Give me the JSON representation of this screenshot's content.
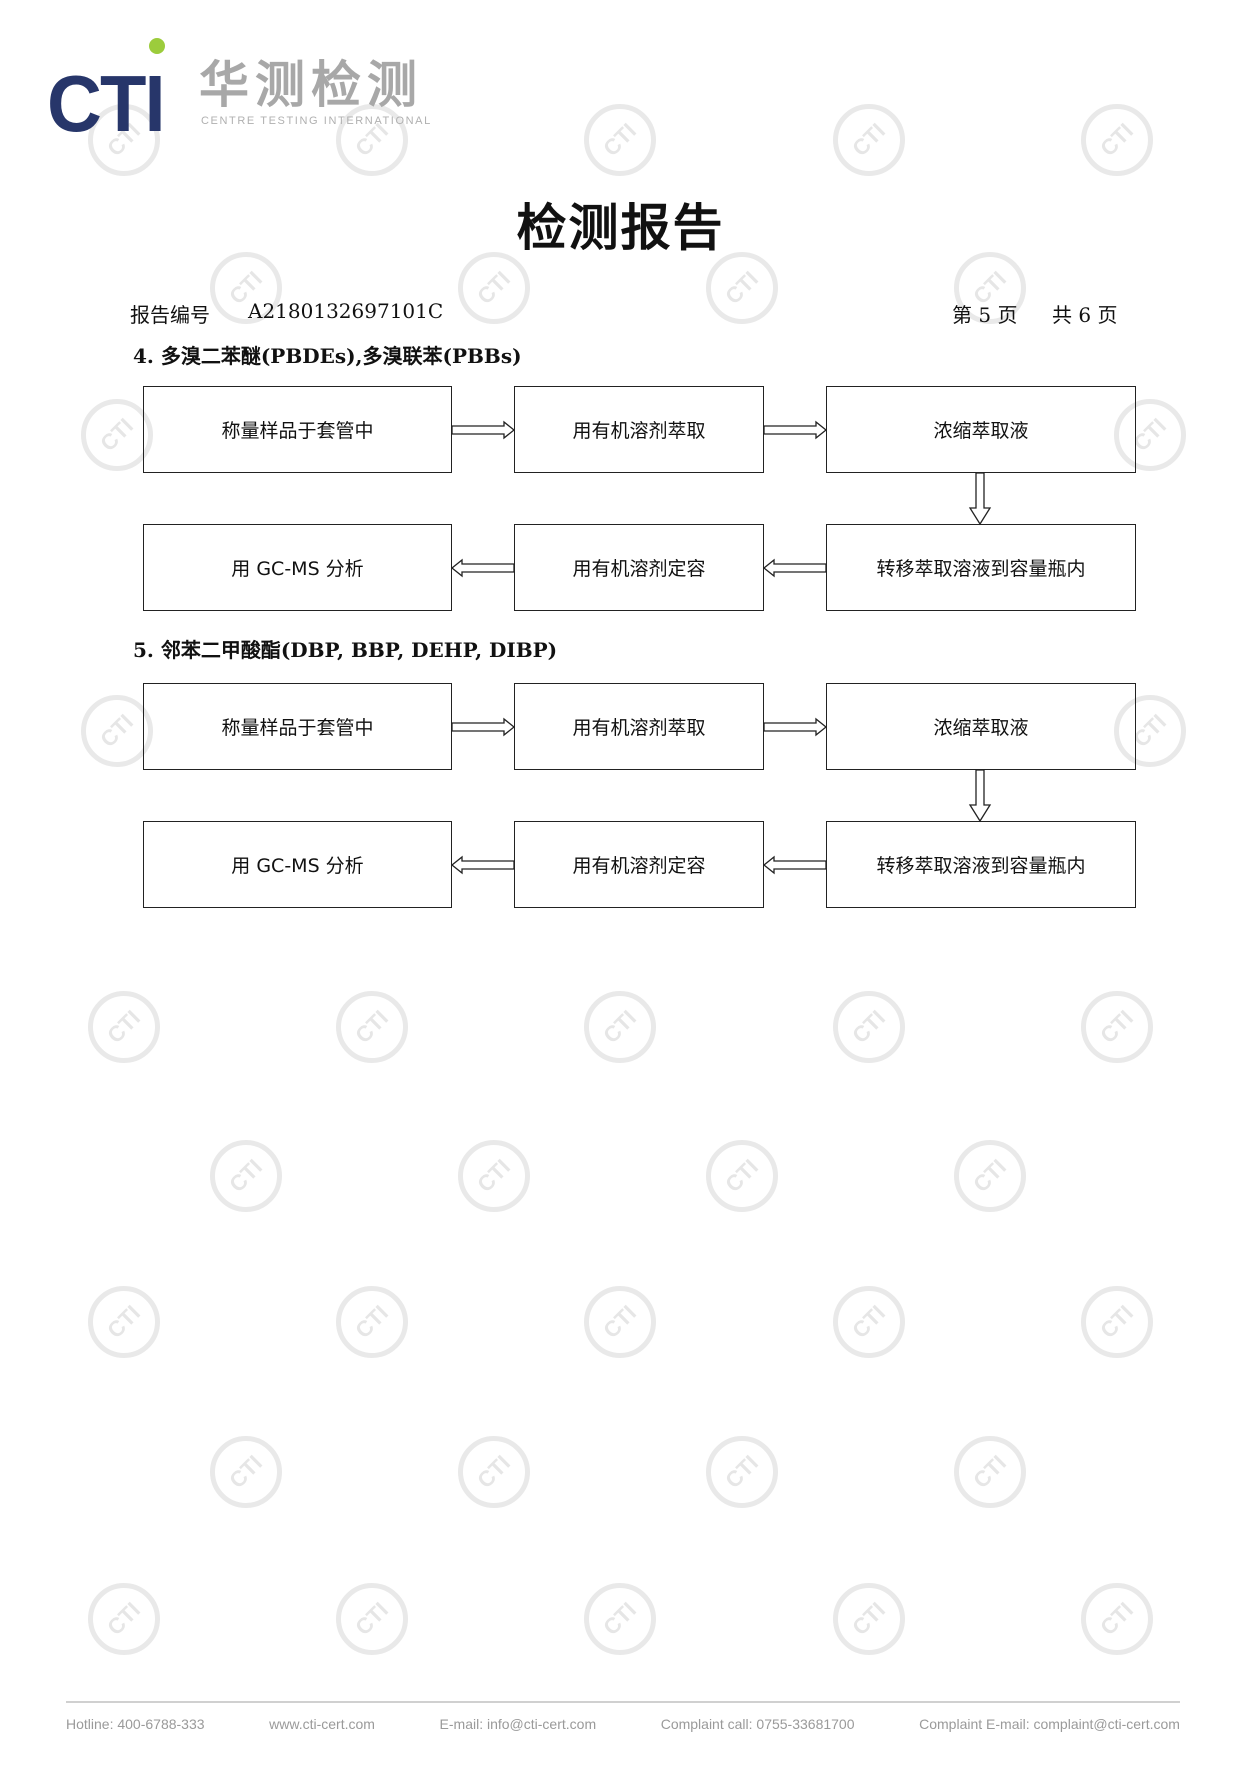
{
  "logo": {
    "mark": "CTI",
    "chinese": "华测检测",
    "english": "CENTRE TESTING INTERNATIONAL",
    "brand_color": "#27366a",
    "dot_color": "#9ccc3c"
  },
  "watermark": "CTI",
  "title": "检测报告",
  "report": {
    "label": "报告编号",
    "number": "A2180132697101C",
    "page": "第 5 页",
    "total": "共 6 页"
  },
  "sections": [
    {
      "heading": "4.  多溴二苯醚(PBDEs),多溴联苯(PBBs)",
      "steps": [
        "称量样品于套管中",
        "用有机溶剂萃取",
        "浓缩萃取液",
        "转移萃取溶液到容量瓶内",
        "用有机溶剂定容",
        "用 GC-MS 分析"
      ]
    },
    {
      "heading": "5.  邻苯二甲酸酯(DBP, BBP, DEHP, DIBP)",
      "steps": [
        "称量样品于套管中",
        "用有机溶剂萃取",
        "浓缩萃取液",
        "转移萃取溶液到容量瓶内",
        "用有机溶剂定容",
        "用 GC-MS 分析"
      ]
    }
  ],
  "footer": {
    "hotline": "Hotline: 400-6788-333",
    "website": "www.cti-cert.com",
    "email": "E-mail: info@cti-cert.com",
    "complaint_call": "Complaint call: 0755-33681700",
    "complaint_email": "Complaint E-mail: complaint@cti-cert.com"
  }
}
